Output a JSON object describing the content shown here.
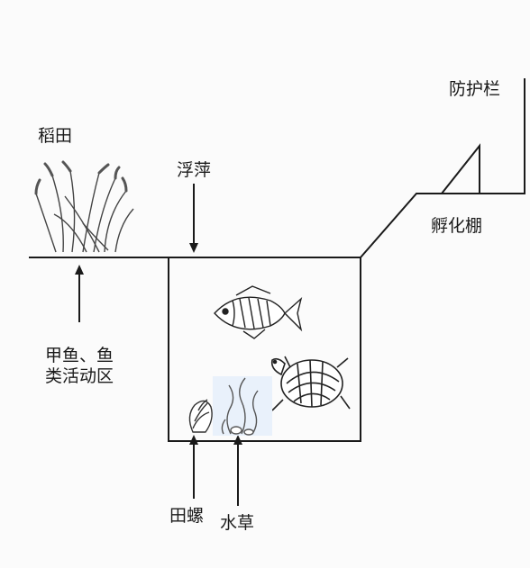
{
  "diagram": {
    "labels": {
      "rice_field": "稻田",
      "duckweed": "浮萍",
      "guard_rail": "防护栏",
      "hatch_shed": "孵化棚",
      "activity_line1": "甲鱼、鱼",
      "activity_line2": "类活动区",
      "snail": "田螺",
      "water_grass": "水草"
    },
    "colors": {
      "line": "#1a1a1a",
      "background": "#fbfbfb"
    }
  }
}
